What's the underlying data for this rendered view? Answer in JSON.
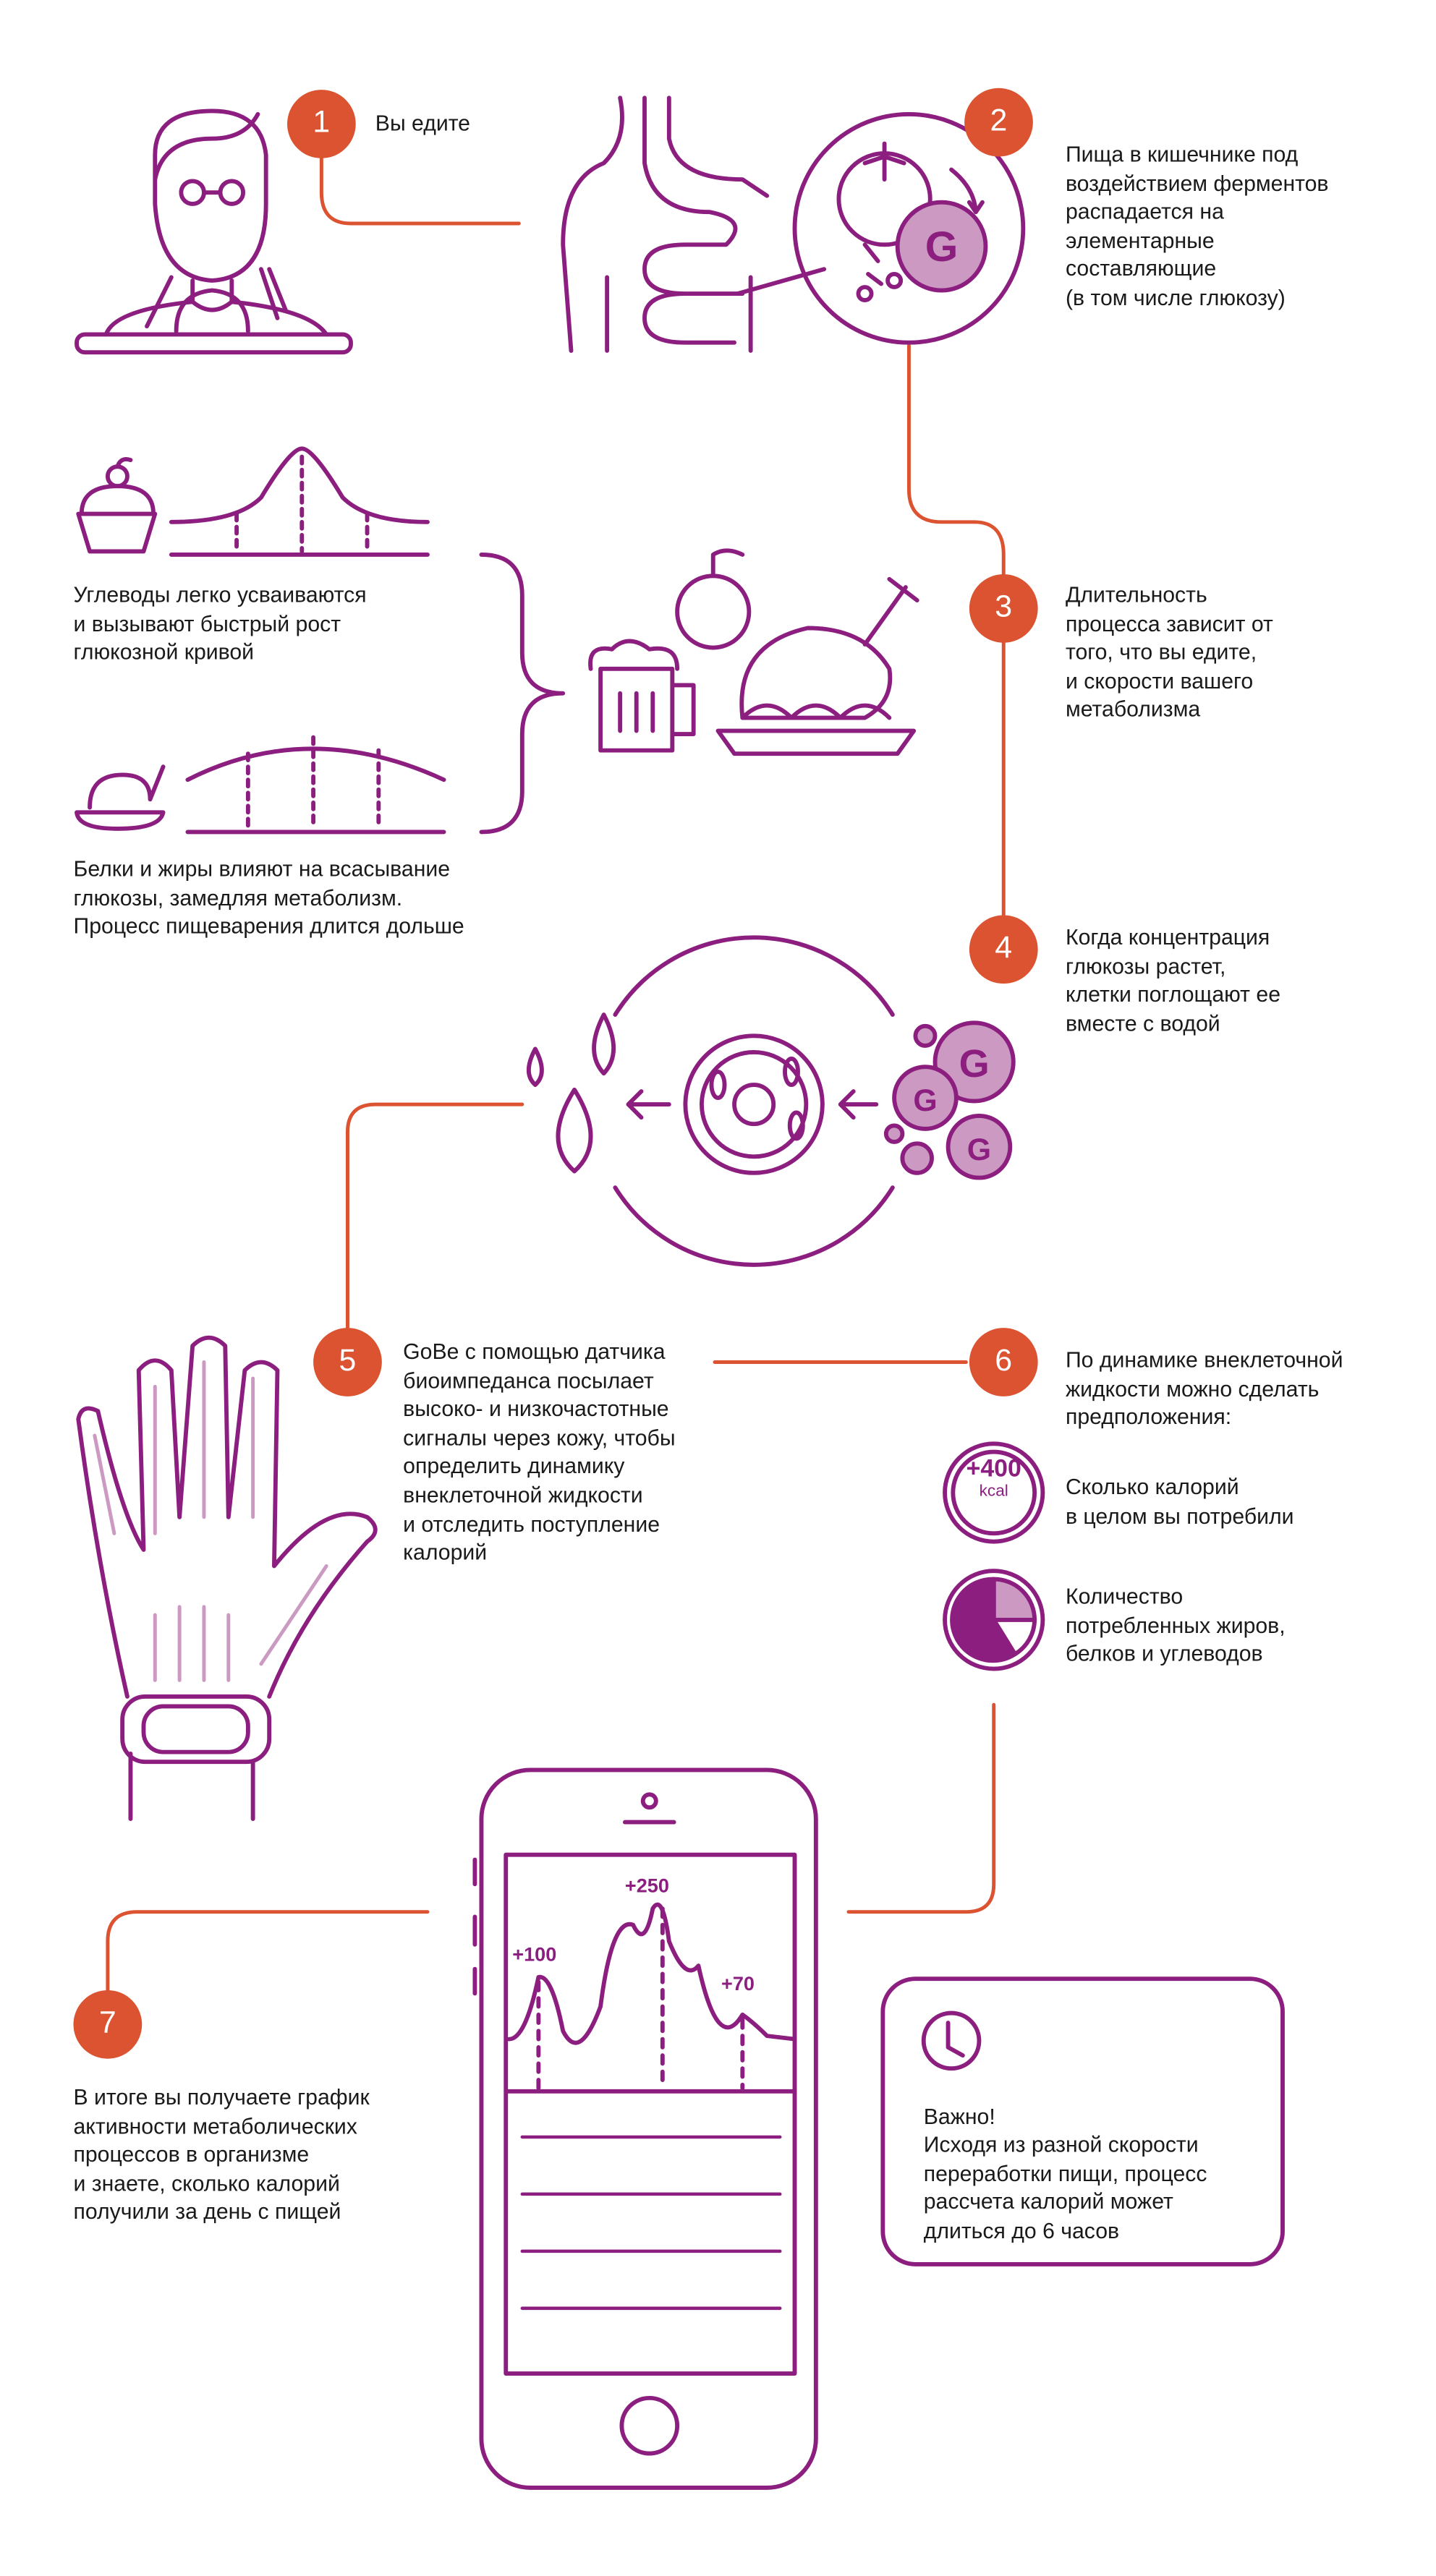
{
  "colors": {
    "purple": "#8b1e7f",
    "light_purple": "#cc99c2",
    "orange": "#db5330"
  },
  "steps": [
    {
      "number": "1",
      "text": "Вы едите"
    },
    {
      "number": "2",
      "text": "Пища в кишечнике под\nвоздействием ферментов\nраспадается на\nэлементарные\nсоставляющие\n(в том числе глюкозу)"
    },
    {
      "number": "3",
      "text": "Длительность\nпроцесса зависит от\nтого, что вы едите,\nи скорости вашего\nметаболизма"
    },
    {
      "number": "4",
      "text": "Когда концентрация\nглюкозы растет,\nклетки поглощают ее\nвместе с водой"
    },
    {
      "number": "5",
      "text": "GoBe с помощью датчика\nбиоимпеданса посылает\nвысоко- и низкочастотные\nсигналы через кожу, чтобы\nопределить динамику\nвнеклеточной жидкости\nи отследить поступление\nкалорий"
    },
    {
      "number": "6",
      "text": "По динамике внеклеточной\nжидкости можно сделать\nпредположения:"
    },
    {
      "number": "7",
      "text": "В итоге вы получаете график\nактивности метаболических\nпроцессов в организме\nи знаете, сколько калорий\nполучили за день с пищей"
    }
  ],
  "carbs_text": "Углеводы легко усваиваются\nи вызывают быстрый рост\nглюкозной кривой",
  "proteins_text": "Белки и жиры влияют на всасывание\nглюкозы, замедляя метаболизм.\nПроцесс пищеварения длится дольше",
  "glucose_letter": "G",
  "assumptions": [
    {
      "icon": "kcal-badge-icon",
      "value": "+400",
      "unit": "kcal",
      "text": "Сколько калорий\nв целом вы потребили"
    },
    {
      "icon": "pie-chart-icon",
      "text": "Количество\nпотребленных жиров,\nбелков и углеводов"
    }
  ],
  "phone_chart": {
    "peaks": [
      "+100",
      "+250",
      "+70"
    ]
  },
  "note": {
    "icon": "clock-icon",
    "text": "Важно!\nИсходя из разной скорости\nпереработки пищи, процесс\nрассчета калорий может\nдлиться до 6 часов"
  }
}
